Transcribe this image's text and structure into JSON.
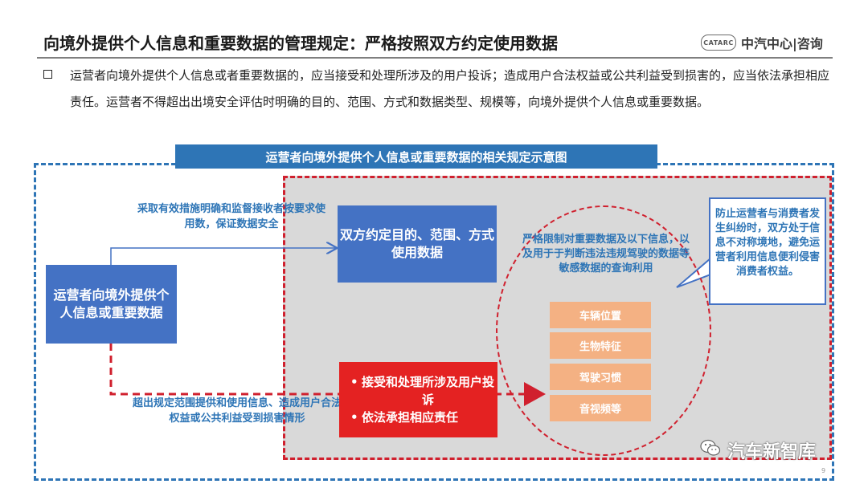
{
  "header": {
    "title": "向境外提供个人信息和重要数据的管理规定：严格按照双方约定使用数据",
    "logo_mark": "CATARC",
    "logo_text": "中汽中心|咨询"
  },
  "intro": "运营者向境外提供个人信息或者重要数据的，应当接受和处理所涉及的用户投诉；造成用户合法权益或公共利益受到损害的，应当依法承担相应责任。运营者不得超出出境安全评估时明确的目的、范围、方式和数据类型、规模等，向境外提供个人信息或重要数据。",
  "diagram": {
    "title": "运营者向境外提供个人信息或重要数据的相关规定示意图",
    "operator_box": "运营者向境外提供个人信息或重要数据",
    "agreed_box": "双方约定目的、范围、方式使用数据",
    "note_top": "采取有效措施明确和监督接收者按要求使用数，保证数据安全",
    "note_bottom": "超出规定范围提供和使用信息、造成用户合法权益或公共利益受到损害情形",
    "obligations": [
      "接受和处理所涉及用户投诉",
      "依法承担相应责任"
    ],
    "restriction_text": "严格限制对重要数据及以下信息，以及用于于判断违法违规驾驶的数据等敏感数据的查询利用",
    "data_items": [
      "车辆位置",
      "生物特征",
      "驾驶习惯",
      "音视频等"
    ],
    "callout": "防止运营者与消费者发生纠纷时，双方处于信息不对称境地，避免运营者利用信息便利侵害消费者权益。"
  },
  "footer": {
    "watermark": "汽车新智库",
    "page_number": "9"
  },
  "colors": {
    "blue": "#4472c4",
    "title_blue": "#2e75b6",
    "red": "#e42222",
    "orange": "#f4b183",
    "gray": "#d9d9d9"
  }
}
